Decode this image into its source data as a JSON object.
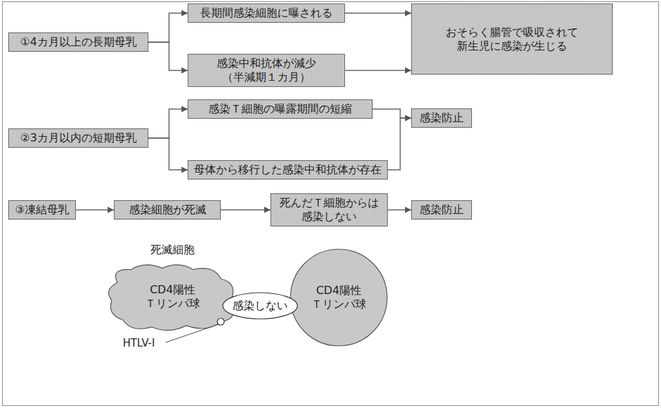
{
  "diagram": {
    "nodes": [
      {
        "text": [
          "①4カ月以上の長期母乳"
        ]
      },
      {
        "text": [
          "長期間感染細胞に曝される"
        ]
      },
      {
        "text": [
          "感染中和抗体が減少 （半減期１カ月）"
        ]
      },
      {
        "text": [
          "おそらく腸管で吸収されて 新生児に感染が生じる"
        ]
      },
      {
        "text": [
          "②3カ月以内の短期母乳"
        ]
      },
      {
        "text": [
          "感染Ｔ細胞の曝露期間の短縮"
        ]
      },
      {
        "text": [
          "母体から移行した感染中和抗体が存在"
        ]
      },
      {
        "text": [
          "感染防止"
        ]
      },
      {
        "text": [
          "③凍結母乳"
        ]
      },
      {
        "text": [
          "感染細胞が死滅"
        ]
      },
      {
        "text": [
          "死んだＴ細胞からは 感染しない"
        ]
      },
      {
        "text": [
          "感染防止"
        ]
      },
      {
        "text": [
          "死滅細胞",
          "CD4陽性 Ｔリンパ球"
        ]
      },
      {
        "text": [
          "感染しない"
        ]
      },
      {
        "text": [
          "CD4陽性 Ｔリンパ球"
        ]
      }
    ],
    "edges": [
      {
        "from": 0,
        "to": 1,
        "arrow": "to"
      },
      {
        "from": 0,
        "to": 2,
        "arrow": "to"
      },
      {
        "from": 1,
        "to": 3,
        "arrow": "to"
      },
      {
        "from": 2,
        "to": 3,
        "arrow": "to"
      },
      {
        "from": 4,
        "to": 5,
        "arrow": "to"
      },
      {
        "from": 4,
        "to": 6,
        "arrow": "to"
      },
      {
        "from": 5,
        "to": 7,
        "arrow": "to"
      },
      {
        "from": 6,
        "to": 7,
        "arrow": "to"
      },
      {
        "from": 8,
        "to": 9,
        "arrow": "to"
      },
      {
        "from": 9,
        "to": 10,
        "arrow": "to"
      },
      {
        "from": 10,
        "to": 11,
        "arrow": "to"
      }
    ],
    "labels": [
      "HTLV-I"
    ]
  }
}
